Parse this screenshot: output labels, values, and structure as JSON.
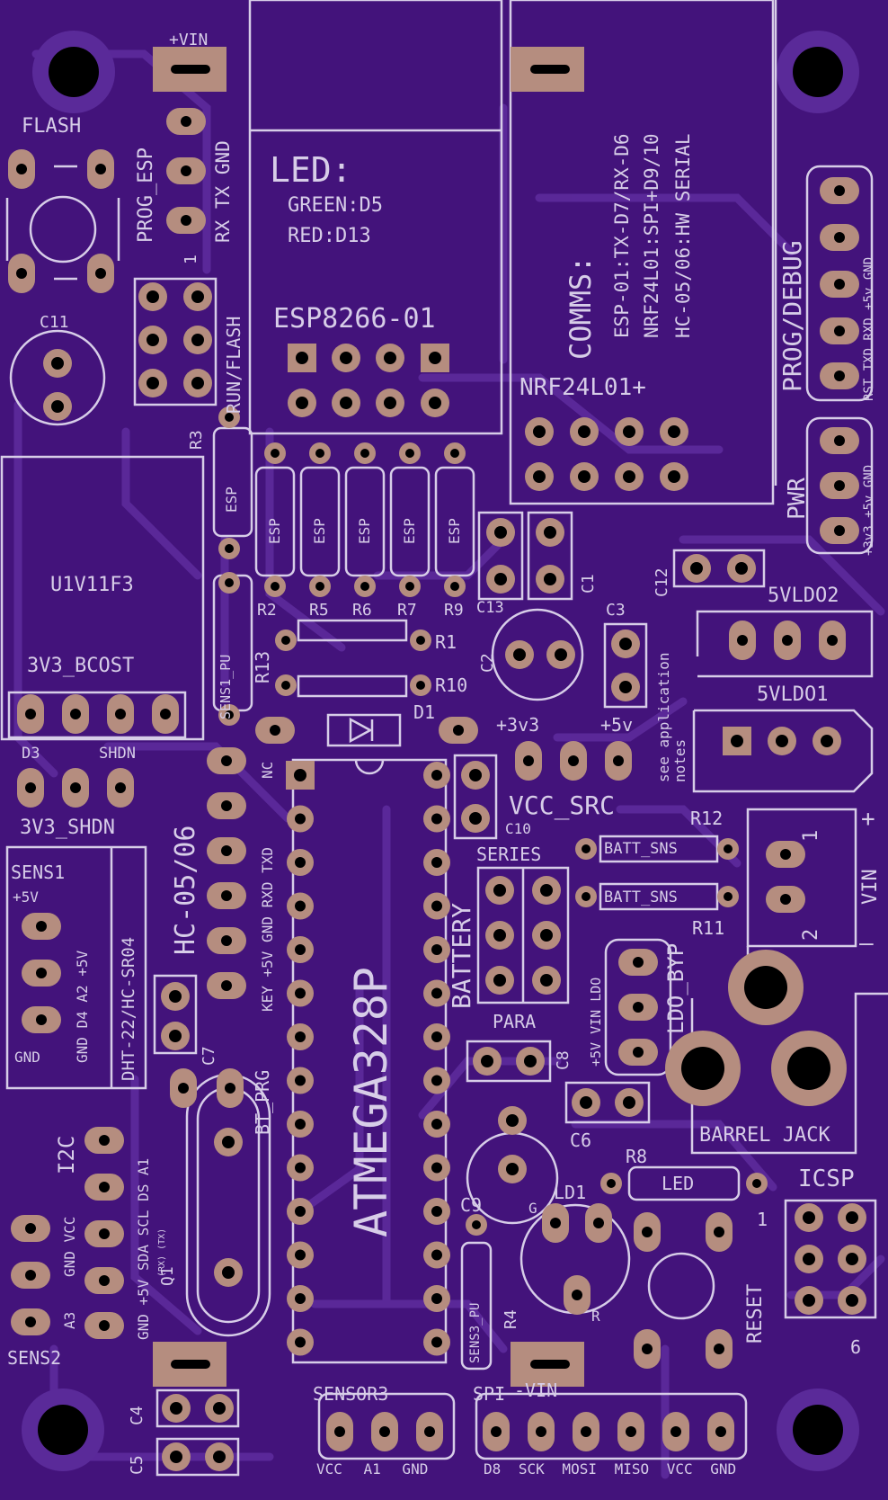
{
  "colors": {
    "board": "#4b1885",
    "board_dark": "#3c1070",
    "trace": "#5a2a99",
    "silk": "#d7cde8",
    "copper": "#b58d7f",
    "hole": "#000000"
  },
  "labels": {
    "vin_plus_top": "+VIN",
    "flash": "FLASH",
    "prog_esp": "PROG_ESP",
    "rx_tx_gnd": "RX TX GND",
    "pin1_mark": "1",
    "run_flash": "RUN/FLASH",
    "c11": "C11",
    "r3": "R3",
    "esp_r3": "ESP",
    "u1": "U1V11F3",
    "boost": "3V3_BCOST",
    "d3": "D3",
    "shdn": "SHDN",
    "shdn_jumper": "3V3_SHDN",
    "sens1": "SENS1",
    "sens1_5v": "+5V",
    "sens1_gnd": "GND",
    "dht_pins": "GND D4 A2 +5V",
    "dht": "DHT-22/HC-SR04",
    "i2c": "I2C",
    "i2c_pins": "GND VCC",
    "i2c_pins2": "GND +5V SDA SCL DS A1",
    "rxtx_mark": "(RX) (TX)",
    "a3": "A3",
    "sens2": "SENS2",
    "q1": "Q1",
    "c4": "C4",
    "c5": "C5",
    "led_title": "LED:",
    "led_green": "GREEN:D5",
    "led_red": "RED:D13",
    "esp8266": "ESP8266-01",
    "esp_res": "ESP",
    "r2": "R2",
    "r5": "R5",
    "r6": "R6",
    "r7": "R7",
    "r9": "R9",
    "r13": "R13",
    "r1": "R1",
    "r10": "R10",
    "sens1_pu": "SENS1_PU",
    "d1": "D1",
    "nc": "NC",
    "hc05": "HC-05/06",
    "hc05_pins": "KEY +5V GND RXD TXD",
    "c7": "C7",
    "bt_prg": "BT_PRG",
    "atmega": "ATMEGA328P",
    "comms": "COMMS:",
    "comms_1": "ESP-01:TX-D7/RX-D6",
    "comms_2": "NRF24L01:SPI+D9/10",
    "comms_3": "HC-05/06:HW SERIAL",
    "nrf": "NRF24L01+",
    "c13": "C13",
    "c1": "C1",
    "c2": "C2",
    "c3": "C3",
    "c12": "C12",
    "see_notes": "see application notes",
    "plus3v3": "+3v3",
    "plus5v": "+5v",
    "vcc_src": "VCC_SRC",
    "c10": "C10",
    "series": "SERIES",
    "battery": "BATTERY",
    "para": "PARA",
    "r12": "R12",
    "batt_sns": "BATT_SNS",
    "r11": "R11",
    "ldo_byp": "LDO_BYP",
    "ldo_pins": "+5V VIN LDO",
    "c8": "C8",
    "c6": "C6",
    "c9": "C9",
    "ld1": "LD1",
    "g_mark": "G",
    "r_mark": "R",
    "r4": "R4",
    "sens3_pu": "SENS3_PU",
    "r8": "R8",
    "led_res": "LED",
    "reset": "RESET",
    "icsp": "ICSP",
    "icsp_1": "1",
    "icsp_6": "6",
    "prog_debug": "PROG/DEBUG",
    "prog_debug_pins": "RST TXD RXD +5v GND",
    "pwr": "PWR",
    "pwr_pins": "+3v3 +5v GND",
    "vldo2": "5VLDO2",
    "vldo1": "5VLDO1",
    "vin": "VIN",
    "plus": "+",
    "minus": "–",
    "one": "1",
    "two": "2",
    "barrel": "BARREL JACK",
    "sensor3": "SENSOR3",
    "sensor3_pins": "VCC A1 GND",
    "spi": "SPI",
    "vin_minus": "-VIN",
    "spi_pins": "D8 SCK MOSI MISO VCC GND"
  }
}
